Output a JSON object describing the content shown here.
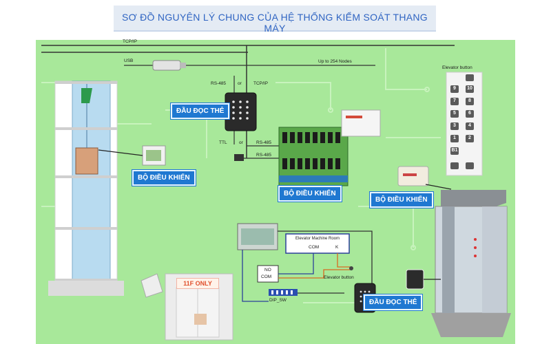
{
  "title": "SƠ ĐỒ NGUYÊN LÝ CHUNG CỦA HỆ THỐNG KIỂM SOÁT THANG MÁY",
  "labels": {
    "tcpip_top": "TCP/IP",
    "usb": "USB",
    "up_to_nodes": "Up to 254 Nodes",
    "rs485_reader": "RS-485",
    "or1": "or",
    "tcpip_reader": "TCP/IP",
    "ttl": "TTL",
    "or2": "or",
    "rs485_a": "RS-485",
    "rs485_b": "RS-485",
    "elevator_button_panel": "Elevator button",
    "machine_room": "Elevator Machine Room",
    "com": "COM",
    "k": "K",
    "no": "NO",
    "com2": "COM",
    "dip_sw": "DIP_SW",
    "elevator_button_small": "Elevator button",
    "only_sign": "11F ONLY"
  },
  "tags": {
    "reader_top": "ĐẦU ĐỌC THẺ",
    "controller_left": "BỘ ĐIỀU KHIỂN",
    "controller_center": "BỘ ĐIỀU KHIỂN",
    "controller_right": "BỘ ĐIỀU KHIỂN",
    "reader_bottom": "ĐẦU ĐỌC THẺ"
  },
  "buttons": [
    "9",
    "10",
    "7",
    "8",
    "5",
    "6",
    "3",
    "4",
    "1",
    "2",
    "B1"
  ],
  "colors": {
    "background": "#a8e89a",
    "tag_blue": "#1f78d1",
    "title_blue": "#2f64c2",
    "wire_dark": "#333333",
    "wire_blue": "#2a3f9a",
    "wire_orange": "#d86a20"
  }
}
